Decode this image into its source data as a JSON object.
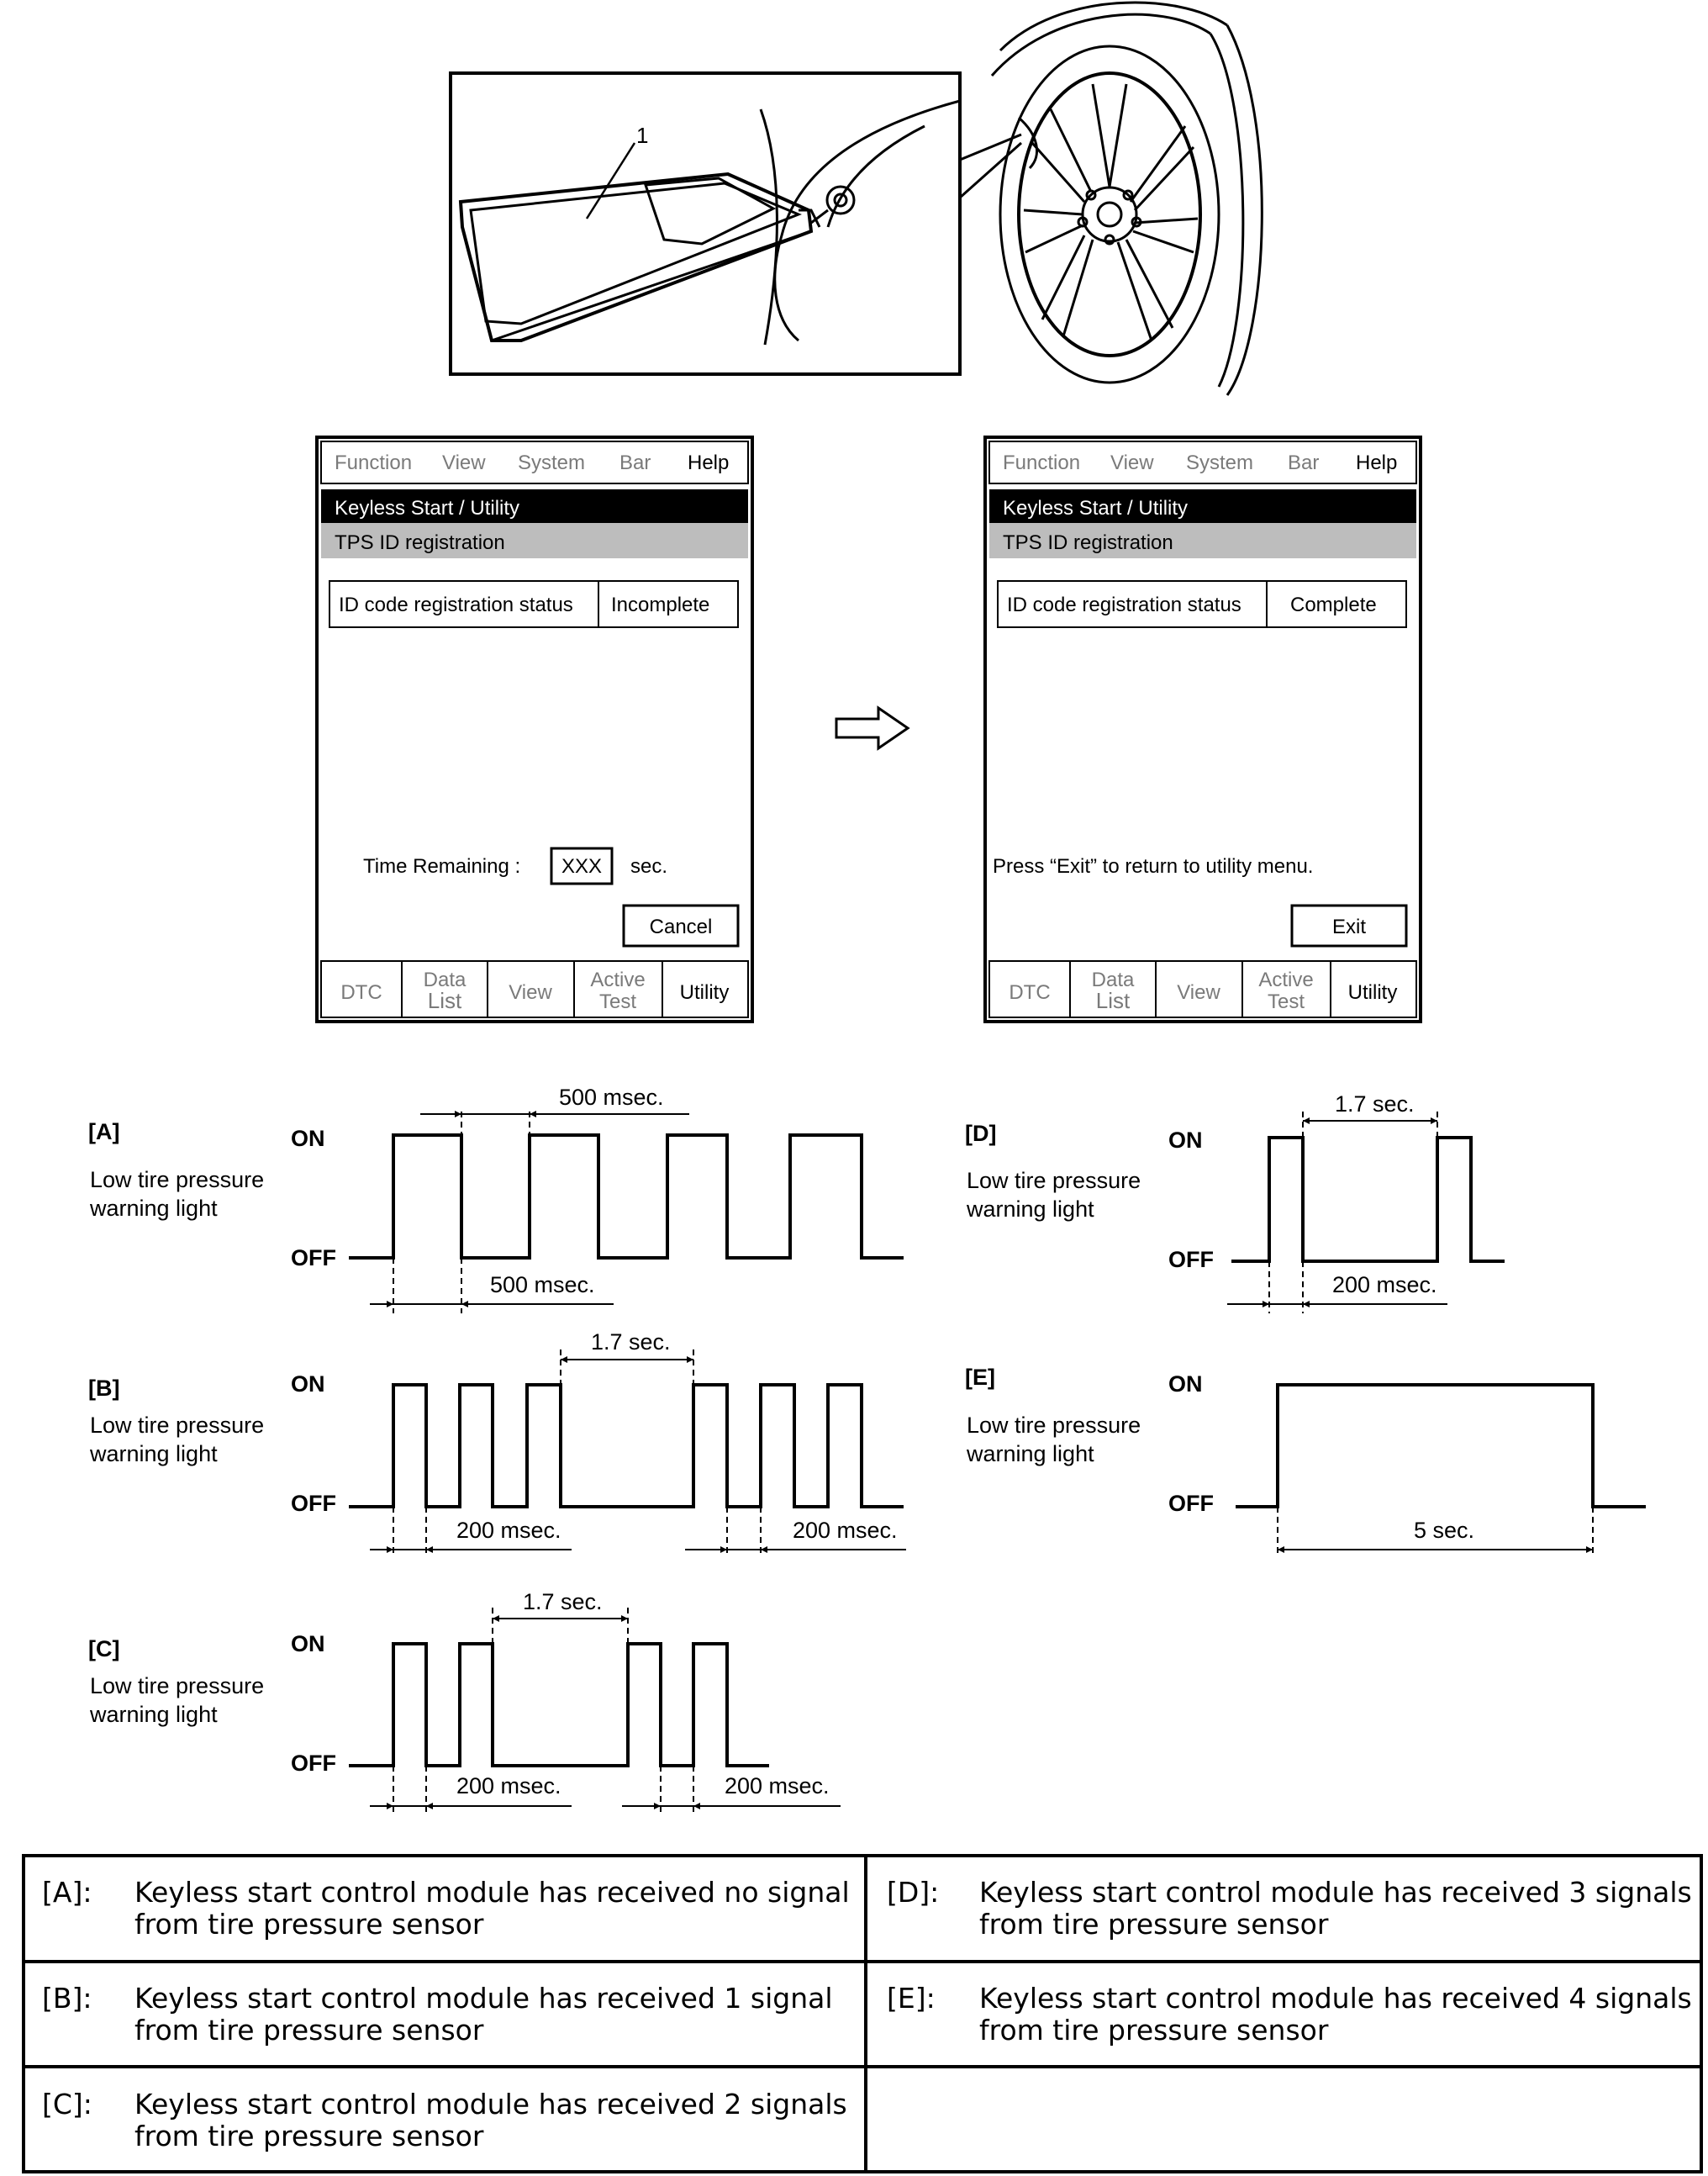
{
  "illustration": {
    "callout": "1"
  },
  "screen_before": {
    "menu": [
      "Function",
      "View",
      "System",
      "Bar",
      "Help"
    ],
    "title": "Keyless Start / Utility",
    "subtitle": "TPS ID registration",
    "status_label": "ID code registration status",
    "status_value": "Incomplete",
    "time_label": "Time Remaining :",
    "time_value": "XXX",
    "time_unit": "sec.",
    "button": "Cancel",
    "tabs": [
      {
        "line1": "DTC",
        "line2": ""
      },
      {
        "line1": "Data",
        "line2": "List"
      },
      {
        "line1": "View",
        "line2": ""
      },
      {
        "line1": "Active",
        "line2": "Test"
      },
      {
        "line1": "Utility",
        "line2": ""
      }
    ]
  },
  "screen_after": {
    "menu": [
      "Function",
      "View",
      "System",
      "Bar",
      "Help"
    ],
    "title": "Keyless Start / Utility",
    "subtitle": "TPS ID registration",
    "status_label": "ID code registration status",
    "status_value": "Complete",
    "message": "Press “Exit” to return to utility menu.",
    "button": "Exit",
    "tabs": [
      {
        "line1": "DTC",
        "line2": ""
      },
      {
        "line1": "Data",
        "line2": "List"
      },
      {
        "line1": "View",
        "line2": ""
      },
      {
        "line1": "Active",
        "line2": "Test"
      },
      {
        "line1": "Utility",
        "line2": ""
      }
    ]
  },
  "waveforms": {
    "on": "ON",
    "off": "OFF",
    "desc1": "Low tire pressure",
    "desc2": "warning light",
    "A": {
      "label": "[A]",
      "d1": "500 msec.",
      "d2": "500 msec."
    },
    "B": {
      "label": "[B]",
      "d1": "1.7 sec.",
      "d2": "200 msec.",
      "d3": "200 msec."
    },
    "C": {
      "label": "[C]",
      "d1": "1.7 sec.",
      "d2": "200 msec.",
      "d3": "200 msec."
    },
    "D": {
      "label": "[D]",
      "d1": "1.7 sec.",
      "d2": "200 msec."
    },
    "E": {
      "label": "[E]",
      "d1": "5 sec."
    }
  },
  "legend": [
    {
      "key": "[A]:",
      "line1": "Keyless start control module has received no signal",
      "line2": "from tire pressure sensor"
    },
    {
      "key": "[D]:",
      "line1": "Keyless start control module has received 3 signals",
      "line2": "from tire pressure sensor"
    },
    {
      "key": "[B]:",
      "line1": "Keyless start control module has received 1 signal",
      "line2": "from tire pressure sensor"
    },
    {
      "key": "[E]:",
      "line1": "Keyless start control module has received 4 signals",
      "line2": "from tire pressure sensor"
    },
    {
      "key": "[C]:",
      "line1": "Keyless start control module has received 2 signals",
      "line2": "from tire pressure sensor"
    }
  ]
}
